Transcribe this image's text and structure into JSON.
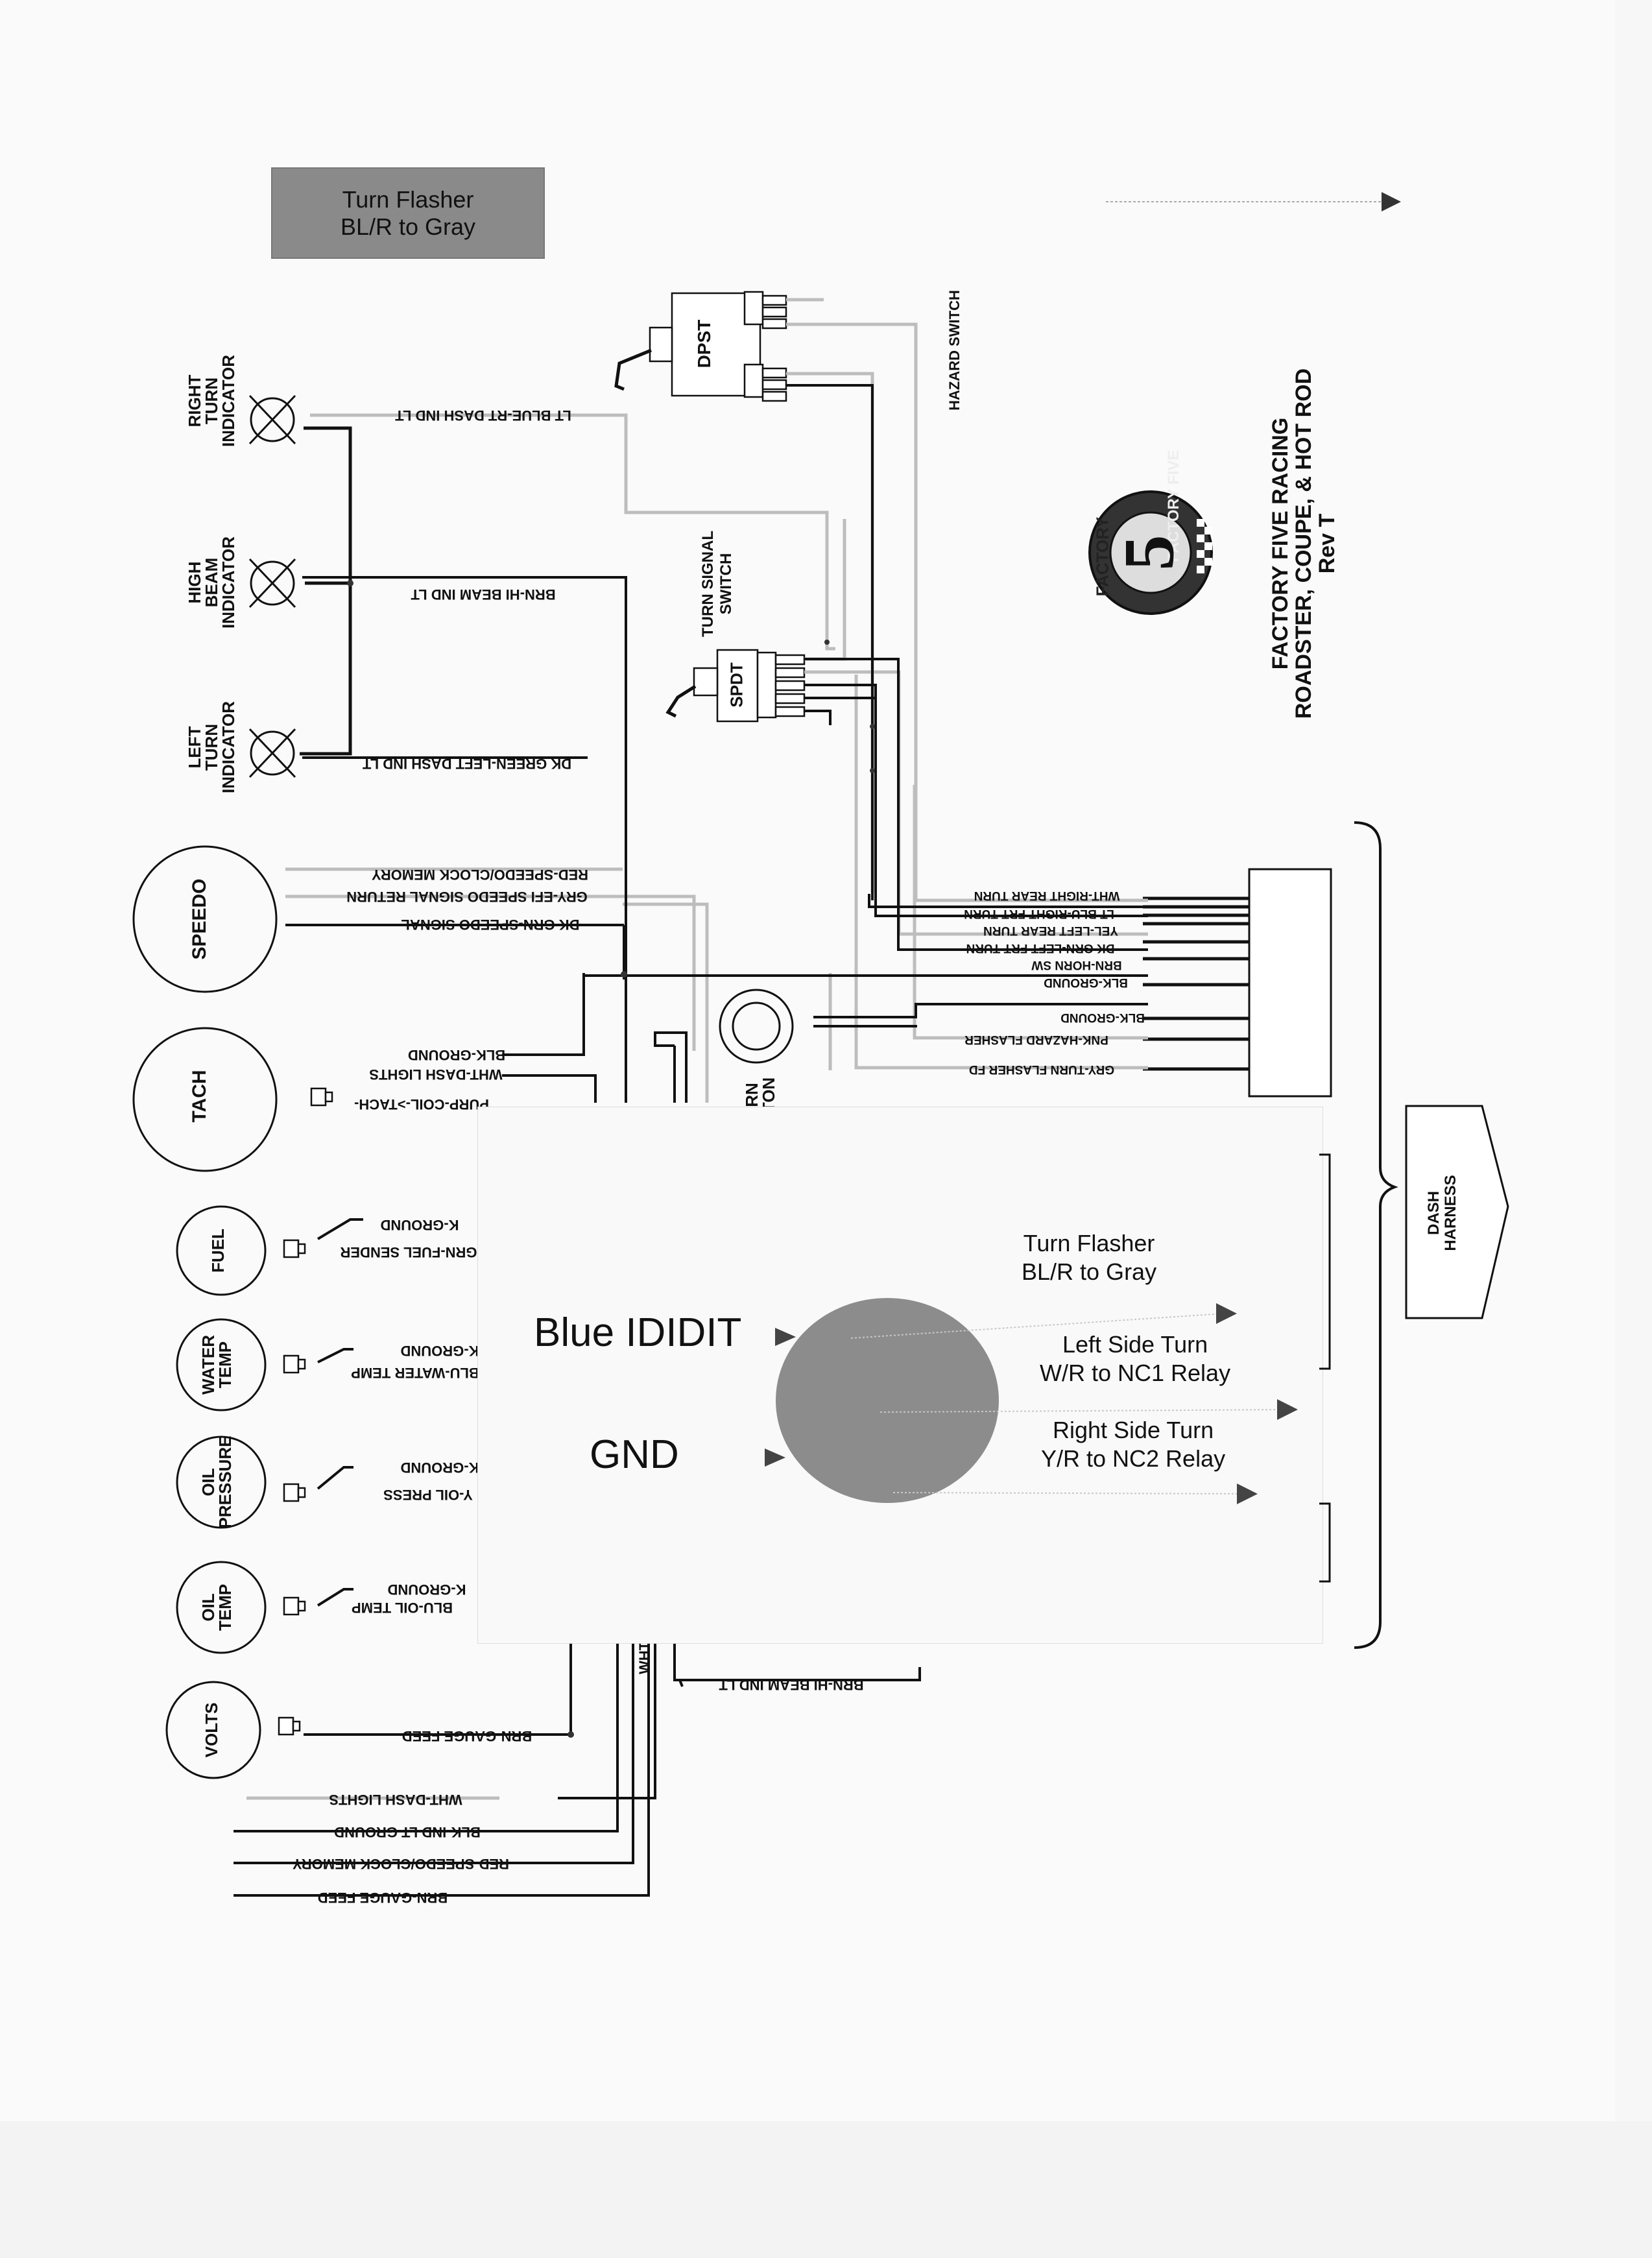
{
  "flasher_box": {
    "line1": "Turn Flasher",
    "line2": "BL/R to Gray"
  },
  "title_block": {
    "line1": "FACTORY FIVE RACING",
    "line2": "ROADSTER, COUPE, & HOT ROD",
    "line3": "Rev T",
    "logo_text_top": "FACTORY FIVE",
    "logo_text_bottom": "FACTORY",
    "logo_numeral": "5"
  },
  "switches": {
    "hazard_label": "HAZARD SWITCH",
    "dpst_label": "DPST",
    "spdt_label": "SPDT",
    "turn_signal_label_1": "TURN SIGNAL",
    "turn_signal_label_2": "SWITCH"
  },
  "indicators": {
    "right_turn": [
      "RIGHT",
      "TURN",
      "INDICATOR"
    ],
    "high_beam": [
      "HIGH",
      "BEAM",
      "INDICATOR"
    ],
    "left_turn": [
      "LEFT",
      "TURN",
      "INDICATOR"
    ]
  },
  "gauges": {
    "speedo": "SPEEDO",
    "tach": "TACH",
    "fuel": "FUEL",
    "water_temp": [
      "WATER",
      "TEMP"
    ],
    "oil_pressure": [
      "OIL",
      "PRESSURE"
    ],
    "oil_temp": [
      "OIL",
      "TEMP"
    ],
    "volts": "VOLTS"
  },
  "horn_button_partial": [
    "RN",
    "TON"
  ],
  "wire_labels": {
    "lt_blue_rt_dash": "LT BLUE-RT DASH IND LT",
    "brn_hi_beam_top": "BRN-HI BEAM IND LT",
    "dk_green_left": "DK GREEN-LEFT DASH IND LT",
    "red_speedo_clock": "RED-SPEEDO/CLOCK MEMORY",
    "gry_efi_speedo": "GRY-EFI SPEEDO SIGNAL RETURN",
    "dk_grn_speedo": "DK GRN-SPEEDO SIGNAL",
    "blk_ground_tach": "BLK-GROUND",
    "wht_dash_lights_tach": "WHT-DASH LIGHTS",
    "purp_coil_tach": "PURP-COIL->TACH-",
    "fuel_ground": "K-GROUND",
    "grn_fuel_sender": "GRN-FUEL SENDER",
    "water_ground": "K-GROUND",
    "blu_water_temp": "BLU-WATER TEMP",
    "oilp_ground": "K-GROUND",
    "oil_press": "Y-OIL PRESS",
    "oilt_ground": "K-GROUND",
    "blu_oil_temp": "BLU-OIL TEMP",
    "brn_gauge_feed_volts": "BRN-GAUGE FEED",
    "brn_hi_beam_bottom": "BRN-HI BEAM IND LT",
    "wht_partial": "WHT",
    "wht_dash_lights_bottom": "WHT-DASH LIGHTS",
    "blk_ind_lt_ground": "BLK-IND LT GROUND",
    "red_speedo_clock_bottom": "RED-SPEEDO/CLOCK MEMORY",
    "brn_gauge_feed_bottom": "BRN-GAUGE FEED"
  },
  "harness_labels": [
    "WHT-RIGHT REAR TURN",
    "LT BLU-RIGHT FRT TURN",
    "YEL-LEFT REAR TURN",
    "DK GRN-LEFT FRT TURN",
    "BRN-HORN SW",
    "BLK-GROUND",
    "BLK-GROUND",
    "PNK-HAZARD FLASHER",
    "GRY-TURN FLASHER FD"
  ],
  "dash_harness": [
    "DASH",
    "HARNESS"
  ],
  "overlay": {
    "blue_ididit": "Blue IDIDIT",
    "gnd": "GND",
    "turn_flasher_1": "Turn Flasher",
    "turn_flasher_2": "BL/R to Gray",
    "left_turn_1": "Left Side Turn",
    "left_turn_2": "W/R to NC1 Relay",
    "right_turn_1": "Right Side Turn",
    "right_turn_2": "Y/R to NC2 Relay"
  },
  "colors": {
    "wire_black": "#111111",
    "wire_gray": "#b8b8b8",
    "flasher_box": "#8a8a8a",
    "overlay_circle": "#8c8c8c"
  }
}
